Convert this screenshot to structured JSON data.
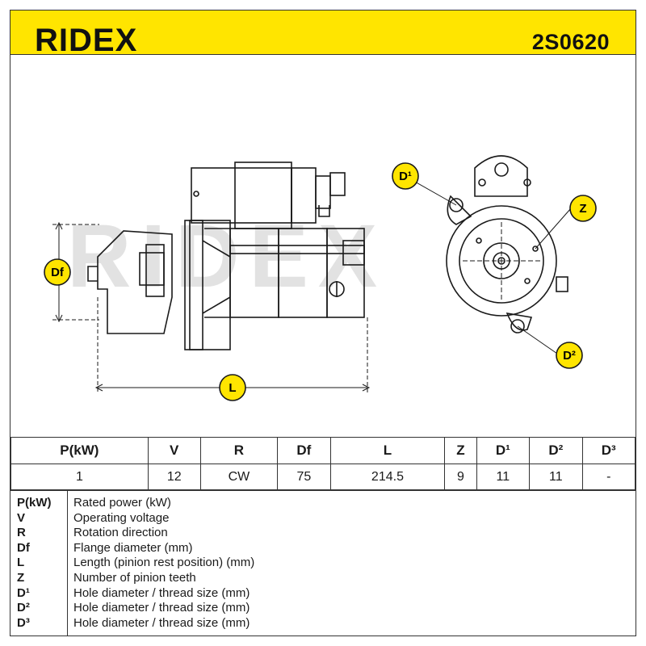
{
  "brand": "RIDEX",
  "part_number": "2S0620",
  "colors": {
    "header": "#ffe500",
    "callout": "#ffe500",
    "line": "#1a1a1a"
  },
  "drawing": {
    "callouts": {
      "d1": "D¹",
      "z": "Z",
      "df": "Df",
      "d2": "D²",
      "l": "L"
    }
  },
  "specs": {
    "headers": [
      "P(kW)",
      "V",
      "R",
      "Df",
      "L",
      "Z",
      "D¹",
      "D²",
      "D³"
    ],
    "values": [
      "1",
      "12",
      "CW",
      "75",
      "214.5",
      "9",
      "11",
      "11",
      "-"
    ]
  },
  "legend": [
    {
      "abbr": "P(kW)",
      "desc": "Rated power (kW)"
    },
    {
      "abbr": "V",
      "desc": "Operating voltage"
    },
    {
      "abbr": "R",
      "desc": "Rotation direction"
    },
    {
      "abbr": "Df",
      "desc": "Flange diameter (mm)"
    },
    {
      "abbr": "L",
      "desc": "Length (pinion rest position) (mm)"
    },
    {
      "abbr": "Z",
      "desc": "Number of pinion teeth"
    },
    {
      "abbr": "D¹",
      "desc": "Hole diameter / thread size (mm)"
    },
    {
      "abbr": "D²",
      "desc": "Hole diameter / thread size (mm)"
    },
    {
      "abbr": "D³",
      "desc": "Hole diameter / thread size (mm)"
    }
  ]
}
